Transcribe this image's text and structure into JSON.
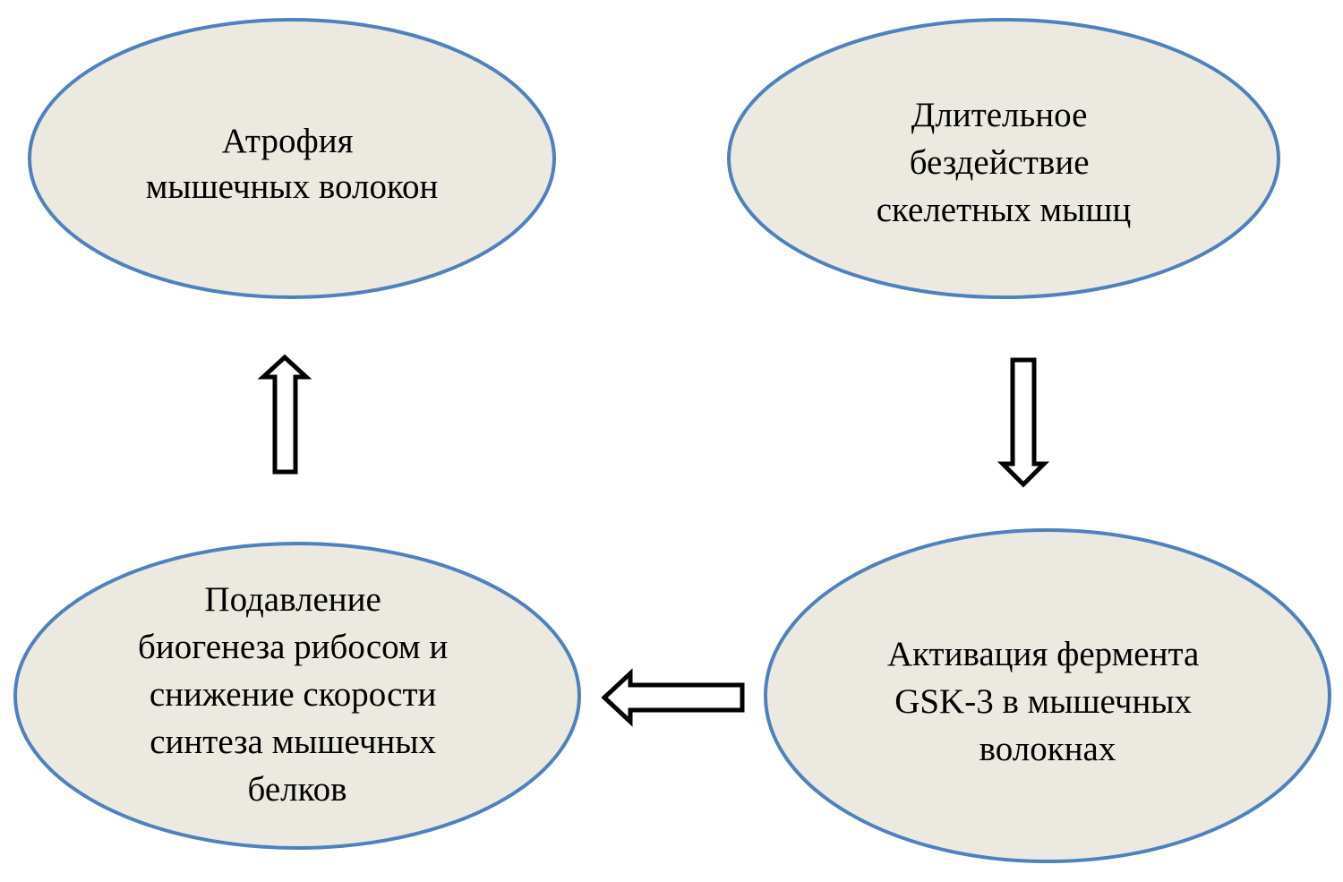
{
  "diagram": {
    "type": "cycle-flow",
    "colors": {
      "node_fill": "#ECEAE0",
      "node_stroke": "#4F81BD",
      "text": "#000000",
      "arrow_stroke": "#000000",
      "arrow_fill": "#FFFFFF"
    },
    "nodes": [
      {
        "id": "atrophy",
        "lines": [
          "Атрофия",
          "мышечных волокон"
        ]
      },
      {
        "id": "inactivity",
        "lines": [
          "Длительное",
          "бездействие",
          "скелетных мышц"
        ]
      },
      {
        "id": "gsk3",
        "lines": [
          "Активация фермента",
          "GSK-3 в мышечных",
          "волокнах"
        ]
      },
      {
        "id": "suppression",
        "lines": [
          "Подавление",
          "биогенеза рибосом и",
          "снижение скорости",
          "синтеза мышечных",
          "белков"
        ]
      }
    ],
    "edges": [
      {
        "from": "inactivity",
        "to": "gsk3",
        "direction": "down"
      },
      {
        "from": "gsk3",
        "to": "suppression",
        "direction": "left"
      },
      {
        "from": "suppression",
        "to": "atrophy",
        "direction": "up"
      }
    ]
  }
}
